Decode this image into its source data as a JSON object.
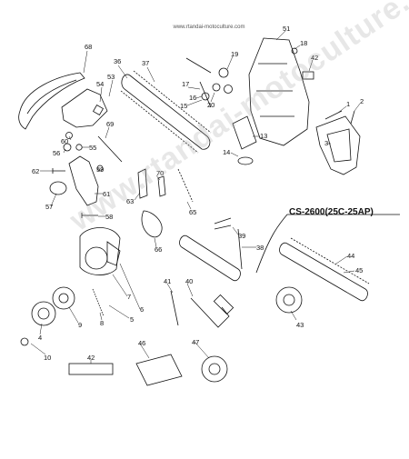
{
  "header": {
    "url": "www.rtandai-motoculture.com"
  },
  "kit": {
    "model": "CS-2600(25C-25AP)"
  },
  "watermark": {
    "text": "www.rtandai-motoculture.com"
  },
  "callouts": [
    {
      "id": "c68",
      "text": "68"
    },
    {
      "id": "c36",
      "text": "36"
    },
    {
      "id": "c37",
      "text": "37"
    },
    {
      "id": "c53",
      "text": "53"
    },
    {
      "id": "c54",
      "text": "54"
    },
    {
      "id": "c69",
      "text": "69"
    },
    {
      "id": "c60",
      "text": "60"
    },
    {
      "id": "c56",
      "text": "56"
    },
    {
      "id": "c55",
      "text": "55"
    },
    {
      "id": "c62",
      "text": "62"
    },
    {
      "id": "c61",
      "text": "61"
    },
    {
      "id": "c57",
      "text": "57"
    },
    {
      "id": "c58",
      "text": "58"
    },
    {
      "id": "c59",
      "text": "59"
    },
    {
      "id": "c63",
      "text": "63"
    },
    {
      "id": "c70",
      "text": "70"
    },
    {
      "id": "c17",
      "text": "17"
    },
    {
      "id": "c16",
      "text": "16"
    },
    {
      "id": "c15",
      "text": "15"
    },
    {
      "id": "c19",
      "text": "19"
    },
    {
      "id": "c20",
      "text": "20"
    },
    {
      "id": "c18",
      "text": "18"
    },
    {
      "id": "c51",
      "text": "51"
    },
    {
      "id": "c13",
      "text": "13"
    },
    {
      "id": "c42a",
      "text": "42"
    },
    {
      "id": "c1",
      "text": "1"
    },
    {
      "id": "c2",
      "text": "2"
    },
    {
      "id": "c3",
      "text": "3"
    },
    {
      "id": "c14",
      "text": "14"
    },
    {
      "id": "c65",
      "text": "65"
    },
    {
      "id": "c66",
      "text": "66"
    },
    {
      "id": "c39",
      "text": "39"
    },
    {
      "id": "c38",
      "text": "38"
    },
    {
      "id": "c44",
      "text": "44"
    },
    {
      "id": "c45",
      "text": "45"
    },
    {
      "id": "c43",
      "text": "43"
    },
    {
      "id": "c7",
      "text": "7"
    },
    {
      "id": "c6",
      "text": "6"
    },
    {
      "id": "c5",
      "text": "5"
    },
    {
      "id": "c8",
      "text": "8"
    },
    {
      "id": "c9",
      "text": "9"
    },
    {
      "id": "c4",
      "text": "4"
    },
    {
      "id": "c10",
      "text": "10"
    },
    {
      "id": "c41",
      "text": "41"
    },
    {
      "id": "c40",
      "text": "40"
    },
    {
      "id": "c46",
      "text": "46"
    },
    {
      "id": "c47",
      "text": "47"
    },
    {
      "id": "c42b",
      "text": "42"
    }
  ]
}
